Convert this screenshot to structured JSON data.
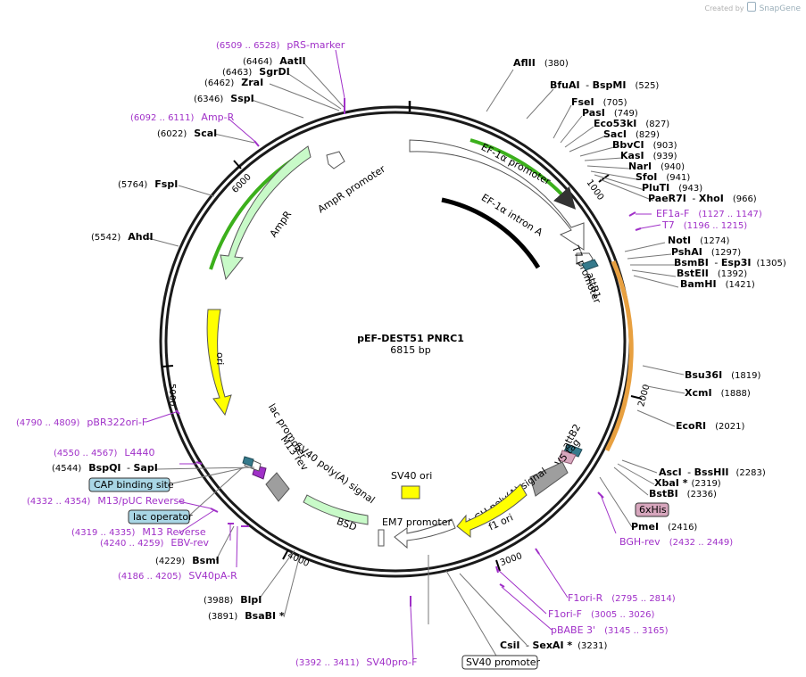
{
  "credit": {
    "prefix": "Created by",
    "brand": "SnapGene"
  },
  "plasmid": {
    "name": "pEF-DEST51 PNRC1",
    "length": "6815 bp",
    "total_bp": 6815
  },
  "ticks": [
    "1000",
    "2000",
    "3000",
    "4000",
    "5000",
    "6000"
  ],
  "features": [
    {
      "label": "EF-1α promoter",
      "kind": "promoter"
    },
    {
      "label": "EF-1α intron A",
      "kind": "intron"
    },
    {
      "label": "T7 promoter",
      "kind": "promoter"
    },
    {
      "label": "attB1",
      "kind": "site"
    },
    {
      "label": "attB2",
      "kind": "site"
    },
    {
      "label": "V5 tag",
      "kind": "tag"
    },
    {
      "label": "bGH poly(A) signal",
      "kind": "terminator"
    },
    {
      "label": "f1 ori",
      "kind": "origin"
    },
    {
      "label": "EM7 promoter",
      "kind": "promoter"
    },
    {
      "label": "BSD",
      "kind": "cds"
    },
    {
      "label": "SV40 ori",
      "kind": "origin"
    },
    {
      "label": "SV40 poly(A) signal",
      "kind": "terminator"
    },
    {
      "label": "M13 rev",
      "kind": "primer"
    },
    {
      "label": "lac promoter",
      "kind": "promoter"
    },
    {
      "label": "ori",
      "kind": "origin"
    },
    {
      "label": "AmpR",
      "kind": "cds"
    },
    {
      "label": "AmpR promoter",
      "kind": "promoter"
    }
  ],
  "enzymes_right": [
    {
      "name": "AflII",
      "pos": "(380)"
    },
    {
      "name": "BfuAI",
      "extra": "BspMI",
      "pos": "(525)"
    },
    {
      "name": "FseI",
      "pos": "(705)"
    },
    {
      "name": "PasI",
      "pos": "(749)"
    },
    {
      "name": "Eco53kI",
      "pos": "(827)"
    },
    {
      "name": "SacI",
      "pos": "(829)"
    },
    {
      "name": "BbvCI",
      "pos": "(903)"
    },
    {
      "name": "KasI",
      "pos": "(939)"
    },
    {
      "name": "NarI",
      "pos": "(940)"
    },
    {
      "name": "SfoI",
      "pos": "(941)"
    },
    {
      "name": "PluTI",
      "pos": "(943)"
    },
    {
      "name": "PaeR7I",
      "extra": "XhoI",
      "pos": "(966)"
    },
    {
      "name": "NotI",
      "pos": "(1274)"
    },
    {
      "name": "PshAI",
      "pos": "(1297)"
    },
    {
      "name": "BsmBI",
      "extra": "Esp3I",
      "pos": "(1305)"
    },
    {
      "name": "BstEII",
      "pos": "(1392)"
    },
    {
      "name": "BamHI",
      "pos": "(1421)"
    },
    {
      "name": "Bsu36I",
      "pos": "(1819)"
    },
    {
      "name": "XcmI",
      "pos": "(1888)"
    },
    {
      "name": "EcoRI",
      "pos": "(2021)"
    },
    {
      "name": "AscI",
      "extra": "BssHII",
      "pos": "(2283)"
    },
    {
      "name": "XbaI *",
      "pos": "(2319)"
    },
    {
      "name": "BstBI",
      "pos": "(2336)"
    },
    {
      "name": "PmeI",
      "pos": "(2416)"
    },
    {
      "name": "CsiI",
      "extra": "SexAI *",
      "pos": "(3231)"
    }
  ],
  "enzymes_left": [
    {
      "name": "AatII",
      "pos": "(6464)"
    },
    {
      "name": "SgrDI",
      "pos": "(6463)"
    },
    {
      "name": "ZraI",
      "pos": "(6462)"
    },
    {
      "name": "SspI",
      "pos": "(6346)"
    },
    {
      "name": "ScaI",
      "pos": "(6022)"
    },
    {
      "name": "FspI",
      "pos": "(5764)"
    },
    {
      "name": "AhdI",
      "pos": "(5542)"
    },
    {
      "name": "BspQI",
      "extra": "SapI",
      "pos": "(4544)"
    },
    {
      "name": "BsmI",
      "pos": "(4229)"
    },
    {
      "name": "BlpI",
      "pos": "(3988)"
    },
    {
      "name": "BsaBI *",
      "pos": "(3891)"
    }
  ],
  "primers": [
    {
      "name": "pRS-marker",
      "range": "(6509 .. 6528)"
    },
    {
      "name": "Amp-R",
      "range": "(6092 .. 6111)"
    },
    {
      "name": "EF1a-F",
      "range": "(1127 .. 1147)"
    },
    {
      "name": "T7",
      "range": "(1196 .. 1215)"
    },
    {
      "name": "BGH-rev",
      "range": "(2432 .. 2449)"
    },
    {
      "name": "F1ori-R",
      "range": "(2795 .. 2814)"
    },
    {
      "name": "F1ori-F",
      "range": "(3005 .. 3026)"
    },
    {
      "name": "pBABE 3'",
      "range": "(3145 .. 3165)"
    },
    {
      "name": "SV40pro-F",
      "range": "(3392 .. 3411)"
    },
    {
      "name": "SV40pA-R",
      "range": "(4186 .. 4205)"
    },
    {
      "name": "EBV-rev",
      "range": "(4240 .. 4259)"
    },
    {
      "name": "M13 Reverse",
      "range": "(4319 .. 4335)"
    },
    {
      "name": "M13/pUC Reverse",
      "range": "(4332 .. 4354)"
    },
    {
      "name": "L4440",
      "range": "(4550 .. 4567)"
    },
    {
      "name": "pBR322ori-F",
      "range": "(4790 .. 4809)"
    }
  ],
  "boxed_labels": [
    {
      "name": "CAP binding site",
      "style": "blue"
    },
    {
      "name": "lac operator",
      "style": "blue"
    },
    {
      "name": "6xHis",
      "style": "pink"
    },
    {
      "name": "SV40 promoter",
      "style": "white"
    }
  ],
  "colors": {
    "backbone": "#1a1a1a",
    "primer": "#a030c8",
    "promoter_fill": "#ffffff",
    "ampr_fill": "#c8fac8",
    "ori_fill": "#ffff00",
    "terminator_fill": "#9e9e9e",
    "highlight_green": "#3cb01c",
    "highlight_orange": "#e8a040",
    "site_teal": "#357a8c",
    "tag_pink": "#d7a6bd",
    "box_blue": "#a9d6e5"
  }
}
